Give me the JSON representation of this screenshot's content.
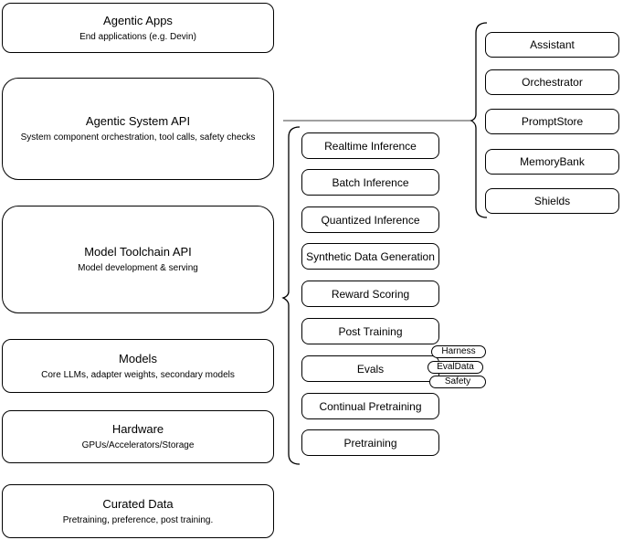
{
  "diagram": {
    "layers": [
      {
        "title": "Agentic Apps",
        "subtitle": "End applications (e.g. Devin)"
      },
      {
        "title": "Agentic System API",
        "subtitle": "System component orchestration, tool calls, safety checks"
      },
      {
        "title": "Model Toolchain API",
        "subtitle": "Model development & serving"
      },
      {
        "title": "Models",
        "subtitle": "Core LLMs, adapter weights, secondary models"
      },
      {
        "title": "Hardware",
        "subtitle": "GPUs/Accelerators/Storage"
      },
      {
        "title": "Curated Data",
        "subtitle": "Pretraining, preference, post training."
      }
    ],
    "toolchain_components": [
      "Realtime Inference",
      "Batch Inference",
      "Quantized Inference",
      "Synthetic Data Generation",
      "Reward Scoring",
      "Post Training",
      "Evals",
      "Continual Pretraining",
      "Pretraining"
    ],
    "evals_subcomponents": [
      "Harness",
      "EvalData",
      "Safety"
    ],
    "system_components": [
      "Assistant",
      "Orchestrator",
      "PromptStore",
      "MemoryBank",
      "Shields"
    ],
    "colors": {
      "node_stroke": "#000000",
      "node_fill": "#ffffff",
      "connector": "#808080"
    }
  }
}
